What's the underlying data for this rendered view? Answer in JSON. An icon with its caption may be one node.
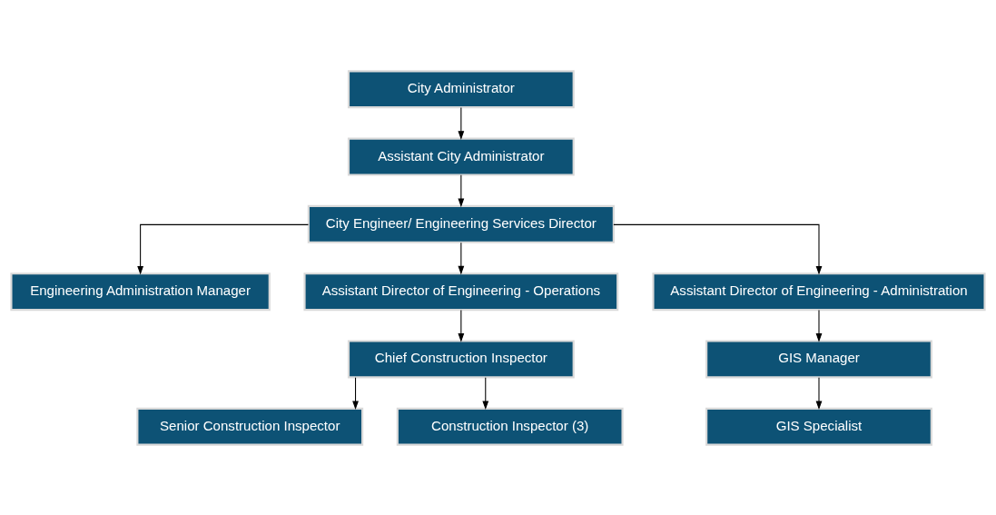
{
  "diagram": {
    "nodes": [
      {
        "text": [
          "City Administrator"
        ]
      },
      {
        "text": [
          "Assistant City Administrator"
        ]
      },
      {
        "text": [
          "City Engineer/ Engineering Services Director"
        ]
      },
      {
        "text": [
          "Engineering Administration Manager"
        ]
      },
      {
        "text": [
          "Assistant Director of Engineering - Operations"
        ]
      },
      {
        "text": [
          "Assistant Director of Engineering - Administration"
        ]
      },
      {
        "text": [
          "Chief Construction Inspector"
        ]
      },
      {
        "text": [
          "GIS Manager"
        ]
      },
      {
        "text": [
          "GIS Specialist"
        ]
      },
      {
        "text": [
          "Senior Construction Inspector"
        ]
      },
      {
        "text": [
          "Construction Inspector (3)"
        ]
      }
    ],
    "edges": [
      {
        "from": 0,
        "to": 1,
        "arrow": "to"
      },
      {
        "from": 1,
        "to": 2,
        "arrow": "to"
      },
      {
        "from": 2,
        "to": 3,
        "arrow": "to"
      },
      {
        "from": 2,
        "to": 4,
        "arrow": "to"
      },
      {
        "from": 2,
        "to": 5,
        "arrow": "to"
      },
      {
        "from": 4,
        "to": 6,
        "arrow": "to"
      },
      {
        "from": 5,
        "to": 7,
        "arrow": "to"
      },
      {
        "from": 7,
        "to": 8,
        "arrow": "to"
      },
      {
        "from": 6,
        "to": 9,
        "arrow": "to"
      },
      {
        "from": 6,
        "to": 10,
        "arrow": "to"
      }
    ]
  }
}
